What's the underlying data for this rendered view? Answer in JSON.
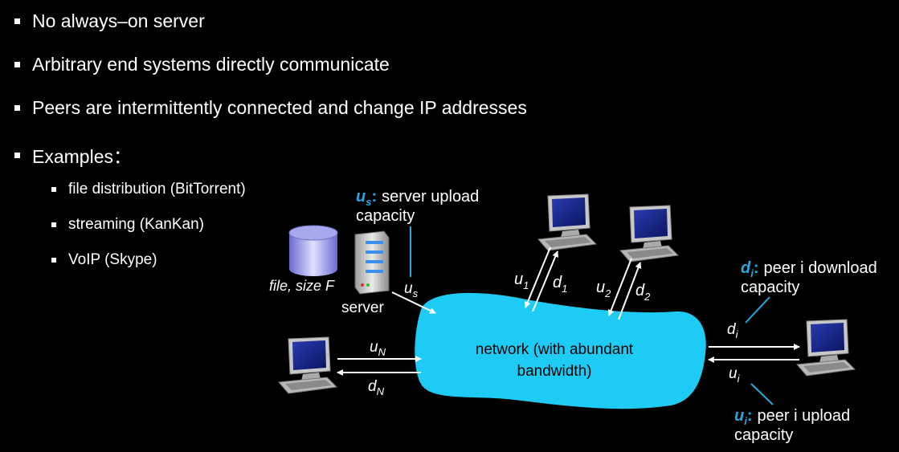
{
  "bullets": [
    "No always–on server",
    "Arbitrary end systems directly communicate",
    "Peers are intermittently connected and change IP addresses",
    "Examples："
  ],
  "examples": [
    "file distribution (BitTorrent)",
    "streaming (KanKan)",
    "VoIP (Skype)"
  ],
  "diagram": {
    "us_symbol": "u",
    "us_sub": "s",
    "us_colon": ":",
    "us_caption_1": "server upload",
    "us_caption_2": "capacity",
    "file_label": "file, size F",
    "server_label": "server",
    "network_line1": "network (with abundant",
    "network_line2": "bandwidth)",
    "u1": "u",
    "u1_sub": "1",
    "d1": "d",
    "d1_sub": "1",
    "u2": "u",
    "u2_sub": "2",
    "d2": "d",
    "d2_sub": "2",
    "uN": "u",
    "uN_sub": "N",
    "dN": "d",
    "dN_sub": "N",
    "di": "d",
    "di_sub": "i",
    "ui": "u",
    "ui_sub": "i",
    "di_symbol": "d",
    "di_symbol_sub": "i",
    "di_colon": ":",
    "di_caption_1": "peer i download",
    "di_caption_2": "capacity",
    "ui_symbol": "u",
    "ui_symbol_sub": "i",
    "ui_colon": ":",
    "ui_caption_1": "peer i upload",
    "ui_caption_2": "capacity",
    "accent_color": "#29a8e0",
    "network_color": "#1ecbf5"
  }
}
